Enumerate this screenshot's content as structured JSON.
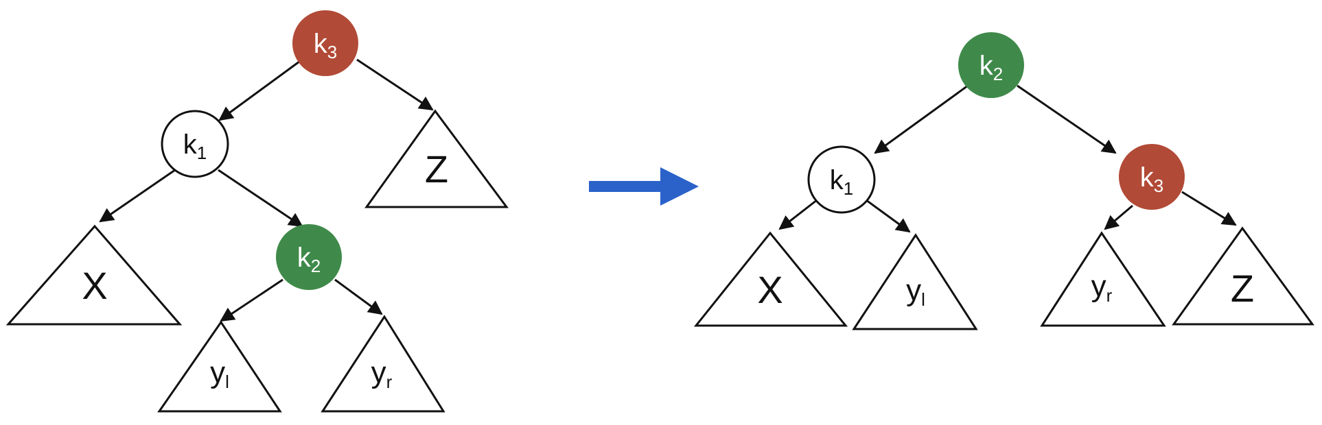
{
  "colors": {
    "red": "#b14a36",
    "green": "#3f8a4a",
    "white": "#ffffff",
    "arrow": "#2a62c9",
    "stroke": "#111111"
  },
  "nodes": {
    "left_k3": {
      "base": "k",
      "sub": "3"
    },
    "left_k1": {
      "base": "k",
      "sub": "1"
    },
    "left_k2": {
      "base": "k",
      "sub": "2"
    },
    "right_k2": {
      "base": "k",
      "sub": "2"
    },
    "right_k1": {
      "base": "k",
      "sub": "1"
    },
    "right_k3": {
      "base": "k",
      "sub": "3"
    }
  },
  "subtrees": {
    "left_x": {
      "base": "X"
    },
    "left_z": {
      "base": "Z"
    },
    "left_yl": {
      "base": "y",
      "sub": "l"
    },
    "left_yr": {
      "base": "y",
      "sub": "r"
    },
    "right_x": {
      "base": "X"
    },
    "right_yl": {
      "base": "y",
      "sub": "l"
    },
    "right_yr": {
      "base": "y",
      "sub": "r"
    },
    "right_z": {
      "base": "Z"
    }
  },
  "icons": {
    "transform_arrow": "right-arrow-icon"
  }
}
